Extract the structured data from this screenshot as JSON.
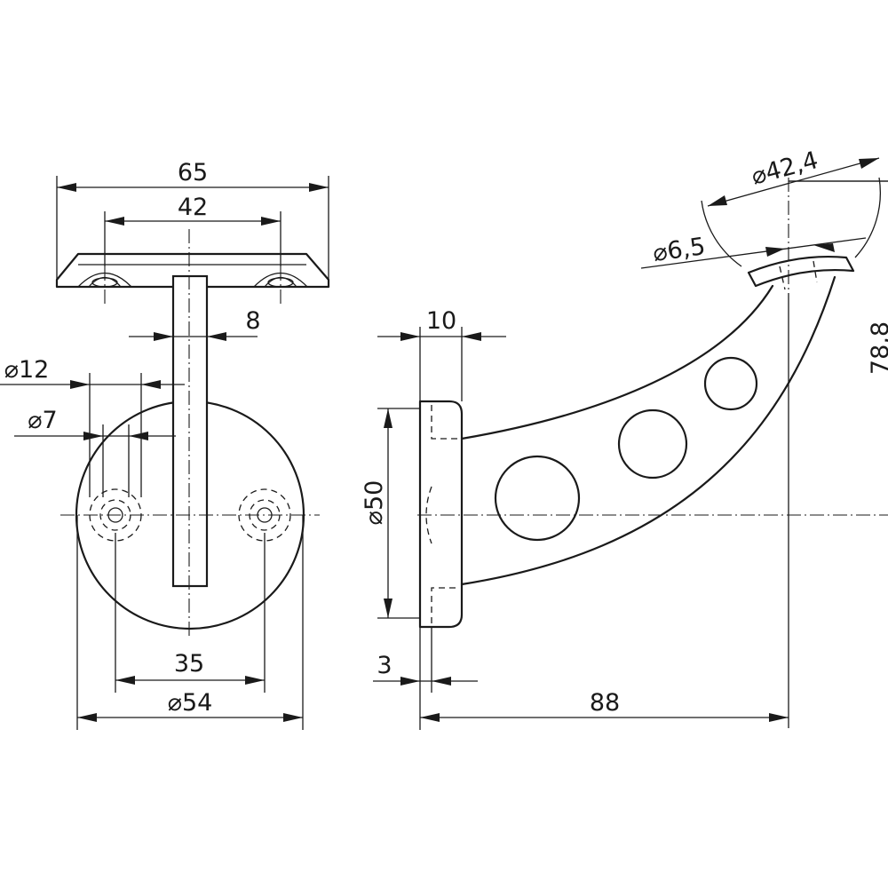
{
  "dimensions": {
    "plate_width": "65",
    "plate_hole_spacing": "42",
    "bar_thickness": "8",
    "counterbore_dia": "⌀12",
    "hole_dia": "⌀7",
    "hole_spacing_base": "35",
    "base_dia": "⌀54",
    "base_thickness": "10",
    "base_dia_side": "⌀50",
    "recess_depth": "3",
    "reach": "88",
    "rail_dia": "⌀42,4",
    "screw_dia": "⌀6,5",
    "height": "78,8"
  }
}
